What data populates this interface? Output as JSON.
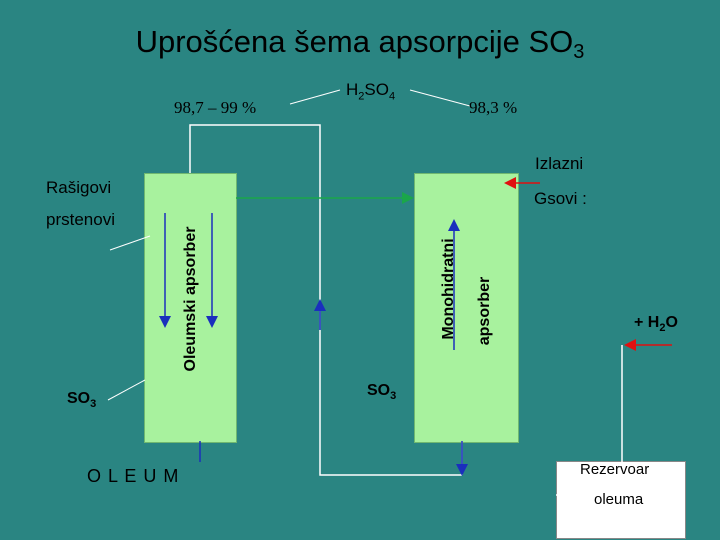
{
  "title": {
    "main": "Uprošćena šema apsorpcije SO",
    "sub": "3"
  },
  "labels": {
    "conc_left": "98,7 – 99  %",
    "h2so4_main": "H",
    "h2so4_sub1": "2",
    "h2so4_mid": "SO",
    "h2so4_sub2": "4",
    "conc_right": "98,3 %",
    "izlazni": "Izlazni",
    "gsovi": "Gsovi :",
    "rasigovi": "Rašigovi",
    "prstenovi": "prstenovi",
    "oleumski": "Oleumski apsorber",
    "monohidratni": "Monohidratni",
    "apsorber": "apsorber",
    "so3_left_main": "SO",
    "so3_left_sub": "3",
    "so3_mid_main": "SO",
    "so3_mid_sub": "3",
    "oleum": "O L E U M",
    "plus_water_main": "+ H",
    "plus_water_sub": "2",
    "plus_water_end": "O",
    "rezervoar": "Rezervoar",
    "oleuma": "oleuma"
  },
  "colors": {
    "background": "#2a8582",
    "column_fill": "#a8f29e",
    "arrow_blue": "#1a2fbd",
    "line_white": "#ffffff",
    "arrow_red": "#e01010",
    "arrow_green": "#1aa64a"
  }
}
